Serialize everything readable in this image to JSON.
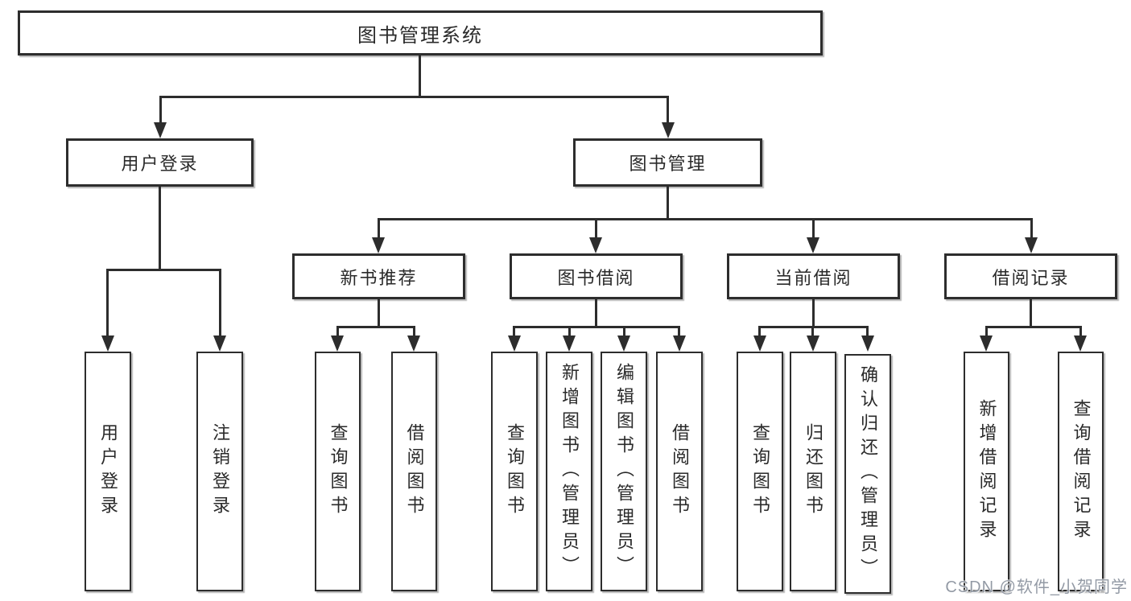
{
  "tree": {
    "root": {
      "label": "图书管理系统"
    },
    "branches": [
      {
        "label": "用户登录",
        "leaves": [
          {
            "label": "用户登录"
          },
          {
            "label": "注销登录"
          }
        ]
      },
      {
        "label": "图书管理",
        "groups": [
          {
            "label": "新书推荐",
            "leaves": [
              {
                "label": "查询图书"
              },
              {
                "label": "借阅图书"
              }
            ]
          },
          {
            "label": "图书借阅",
            "leaves": [
              {
                "label": "查询图书"
              },
              {
                "label": "新增图书（管理员）"
              },
              {
                "label": "编辑图书（管理员）"
              },
              {
                "label": "借阅图书"
              }
            ]
          },
          {
            "label": "当前借阅",
            "leaves": [
              {
                "label": "查询图书"
              },
              {
                "label": "归还图书"
              },
              {
                "label": "确认归还（管理员）"
              }
            ]
          },
          {
            "label": "借阅记录",
            "leaves": [
              {
                "label": "新增借阅记录"
              },
              {
                "label": "查询借阅记录"
              }
            ]
          }
        ]
      }
    ]
  },
  "watermark": {
    "text": "CSDN @软件_小贺同学"
  },
  "colors": {
    "line": "#2d2d2d",
    "text": "#2a2a2a",
    "background": "#ffffff",
    "watermark": "#939aa5"
  }
}
